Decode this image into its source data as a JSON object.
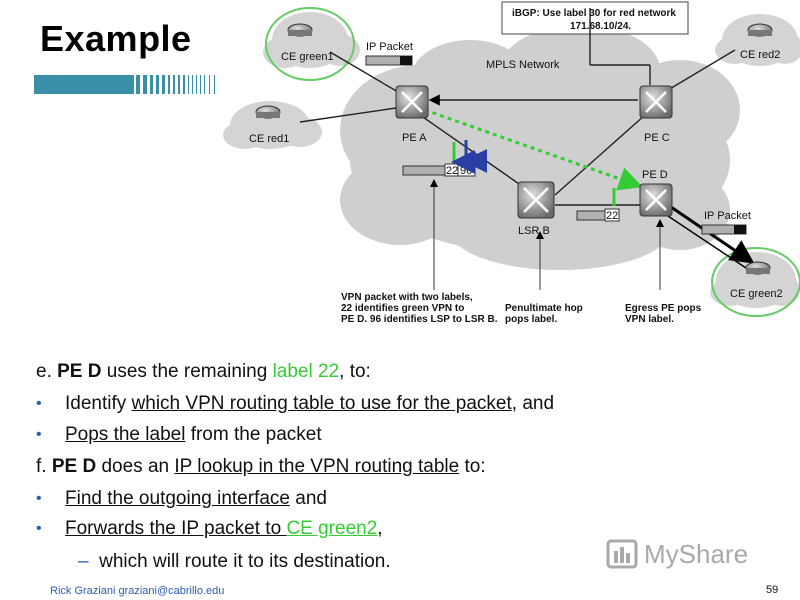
{
  "slide": {
    "title": "Example",
    "page_number": "59",
    "footer": "Rick Graziani  graziani@cabrillo.edu"
  },
  "diagram": {
    "ibgp_note_line1": "iBGP: Use label 30 for red  network",
    "ibgp_note_line2": "171.68.10/24.",
    "mpls_network": "MPLS Network",
    "ip_packet": "IP Packet",
    "ip_packet_right": "IP Packet",
    "routers": {
      "pe_a": "PE A",
      "pe_c": "PE C",
      "pe_d": "PE D",
      "lsr_b": "LSR B"
    },
    "ce": {
      "green1": "CE green1",
      "red1": "CE red1",
      "red2": "CE red2",
      "green2": "CE green2"
    },
    "labels": {
      "label_22": "22",
      "label_96": "96",
      "label_22_right": "22"
    },
    "notes": {
      "vpn_packet": [
        "VPN packet with two labels,",
        "22 identifies green VPN to",
        "PE D. 96 identifies LSP to LSR B."
      ],
      "penultimate": [
        "Penultimate hop",
        "pops label."
      ],
      "egress": [
        "Egress PE pops",
        "VPN label."
      ]
    }
  },
  "body": {
    "e_prefix": "e. ",
    "e_router": "PE D",
    "e_mid": " uses the remaining ",
    "e_label": "label 22",
    "e_suffix": ", to:",
    "b1_pre": "Identify ",
    "b1_underlined": "which VPN routing table to use for the packet",
    "b1_post": ", and",
    "b2_underlined": "Pops the label",
    "b2_post": " from the packet",
    "f_prefix": "f. ",
    "f_router": "PE D",
    "f_mid": " does an ",
    "f_underlined": "IP lookup in the VPN routing table",
    "f_suffix": " to:",
    "b3_underlined": "Find the outgoing interface",
    "b3_post": " and",
    "b4_underlined_pre": "Forwards the IP packet to ",
    "b4_underlined_green": "CE green2",
    "b4_post": ",",
    "sub_dash": "–",
    "sub_text": "which will route it to its destination.",
    "bullet_char": "•"
  },
  "logo": {
    "text": "MyShare"
  },
  "colors": {
    "accent_blue": "#2b5fb3",
    "green_highlight": "#33cc33",
    "cloud_gray": "#cfcfcf",
    "stripe_teal": "#3a8fa6"
  }
}
